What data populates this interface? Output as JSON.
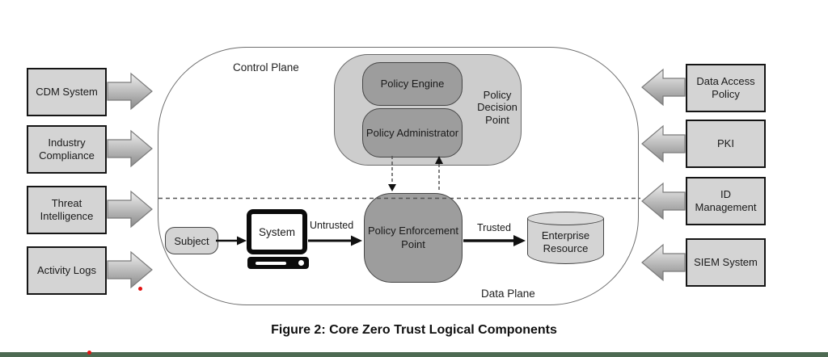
{
  "caption": "Figure 2: Core Zero Trust Logical Components",
  "colors": {
    "green_bar": "#4d6a52",
    "red_marker": "#e31212",
    "box_fill": "#d4d4d4",
    "pdp_fill": "#cdcdcd",
    "inner_fill": "#9d9d9d"
  },
  "diagram": {
    "control_plane_label": "Control Plane",
    "data_plane_label": "Data Plane",
    "left_inputs": [
      "CDM System",
      "Industry Compliance",
      "Threat Intelligence",
      "Activity Logs"
    ],
    "right_inputs": [
      "Data Access Policy",
      "PKI",
      "ID Management",
      "SIEM System"
    ],
    "policy_decision_point": {
      "label": "Policy Decision Point",
      "policy_engine": "Policy Engine",
      "policy_administrator": "Policy Administrator"
    },
    "policy_enforcement_point": "Policy Enforcement Point",
    "subject_label": "Subject",
    "system_label": "System",
    "untrusted_label": "Untrusted",
    "trusted_label": "Trusted",
    "enterprise_resource_label": "Enterprise Resource"
  }
}
